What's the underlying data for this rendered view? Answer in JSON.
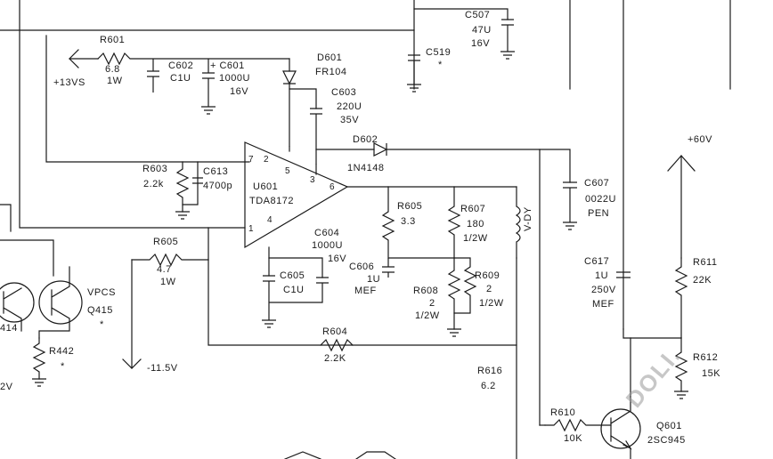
{
  "watermark": "DOLI.",
  "colors": {
    "ink": "#1a1a1a",
    "paper": "#ffffff",
    "watermark": "#9a9a9a"
  },
  "labels": {
    "c507": {
      "ref": "C507",
      "v1": "47U",
      "v2": "16V"
    },
    "c519": {
      "ref": "C519",
      "v1": "*"
    },
    "r601": {
      "ref": "R601",
      "v1": "6.8",
      "v2": "1W"
    },
    "vs13": {
      "ref": "+13VS"
    },
    "c602": {
      "ref": "C602",
      "v1": "C1U"
    },
    "c601": {
      "ref": "+ C601",
      "v1": "1000U",
      "v2": "16V"
    },
    "d601": {
      "ref": "D601",
      "v1": "FR104"
    },
    "c603": {
      "ref": "C603",
      "v1": "220U",
      "v2": "35V"
    },
    "d602": {
      "ref": "D602",
      "v1": "1N4148"
    },
    "v60": {
      "ref": "+60V"
    },
    "c607": {
      "ref": "C607",
      "v1": "0022U",
      "v2": "PEN"
    },
    "r603": {
      "ref": "R603",
      "v1": "2.2k"
    },
    "c613": {
      "ref": "C613",
      "v1": "4700p"
    },
    "u601": {
      "ref": "U601",
      "v1": "TDA8172"
    },
    "r605a": {
      "ref": "R605",
      "v1": "3.3"
    },
    "r607": {
      "ref": "R607",
      "v1": "180",
      "v2": "1/2W"
    },
    "vdy": {
      "ref": "V-DY"
    },
    "r605b": {
      "ref": "R605",
      "v1": "4.7",
      "v2": "1W"
    },
    "c604": {
      "ref": "C604",
      "v1": "1000U",
      "v2": "16V"
    },
    "c606": {
      "ref": "C606",
      "v1": "1U",
      "v2": "MEF"
    },
    "c605": {
      "ref": "C605",
      "v1": "C1U"
    },
    "r608": {
      "ref": "R608",
      "v1": "2",
      "v2": "1/2W"
    },
    "r609": {
      "ref": "R609",
      "v1": "2",
      "v2": "1/2W"
    },
    "c617": {
      "ref": "C617",
      "v1": "1U",
      "v2": "250V",
      "v3": "MEF"
    },
    "r611": {
      "ref": "R611",
      "v1": "22K"
    },
    "vpcs": {
      "ref": "VPCS",
      "v1": "Q415",
      "v2": "*"
    },
    "q414": {
      "ref": "414"
    },
    "r442": {
      "ref": "R442",
      "v1": "*"
    },
    "v2": {
      "ref": "2V"
    },
    "vneg": {
      "ref": "-11.5V"
    },
    "r604": {
      "ref": "R604",
      "v1": "2.2K"
    },
    "r612": {
      "ref": "R612",
      "v1": "15K"
    },
    "r616": {
      "ref": "R616",
      "v1": "6.2"
    },
    "r610": {
      "ref": "R610",
      "v1": "10K"
    },
    "q601": {
      "ref": "Q601",
      "v1": "2SC945"
    }
  },
  "pins": {
    "p7": "7",
    "p2": "2",
    "p5": "5",
    "p3": "3",
    "p6": "6",
    "p4": "4",
    "p1": "1"
  }
}
